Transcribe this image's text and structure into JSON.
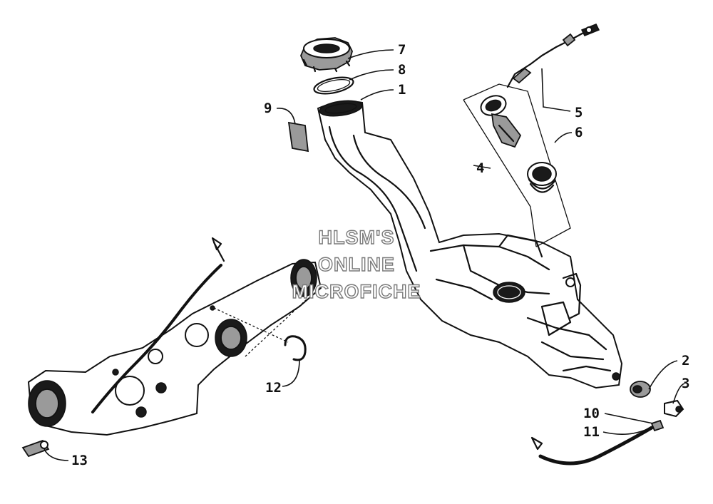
{
  "diagram": {
    "callouts": [
      {
        "id": "callout-1",
        "text": "1"
      },
      {
        "id": "callout-2",
        "text": "2"
      },
      {
        "id": "callout-3",
        "text": "3"
      },
      {
        "id": "callout-4",
        "text": "4"
      },
      {
        "id": "callout-5",
        "text": "5"
      },
      {
        "id": "callout-6",
        "text": "6"
      },
      {
        "id": "callout-7",
        "text": "7"
      },
      {
        "id": "callout-8",
        "text": "8"
      },
      {
        "id": "callout-9",
        "text": "9"
      },
      {
        "id": "callout-10",
        "text": "10"
      },
      {
        "id": "callout-11",
        "text": "11"
      },
      {
        "id": "callout-12",
        "text": "12"
      },
      {
        "id": "callout-13",
        "text": "13"
      }
    ],
    "watermark": {
      "line1": "HLSM'S",
      "line2": "ONLINE",
      "line3": "MICROFICHE"
    }
  }
}
